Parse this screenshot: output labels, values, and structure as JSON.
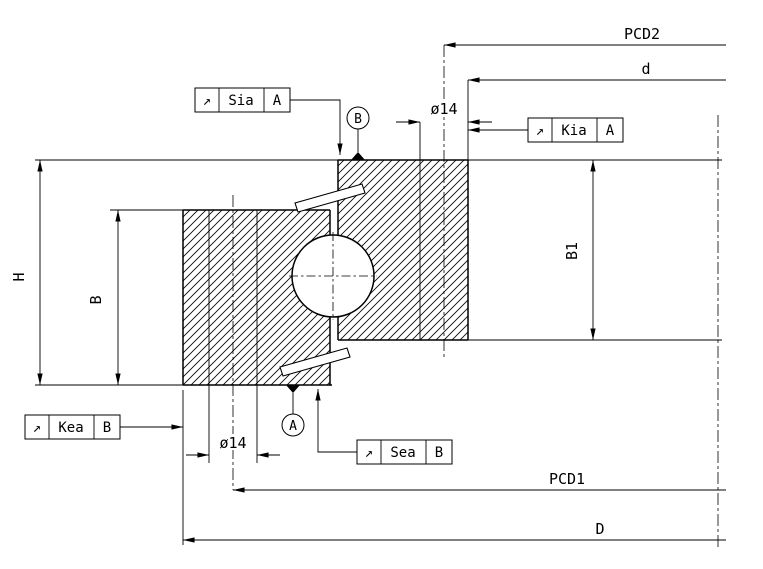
{
  "drawing": {
    "dimensions": {
      "pcd2": "PCD2",
      "d": "d",
      "hole_top": "ø14",
      "hole_bottom": "ø14",
      "height_overall": "H",
      "height_left_ring": "B",
      "height_right_ring": "B1",
      "pcd1": "PCD1",
      "outer_diameter": "D"
    },
    "datum_flags": {
      "top": "B",
      "bottom": "A"
    },
    "feature_frames": {
      "sia": {
        "symbol": "↗",
        "label": "Sia",
        "datum": "A"
      },
      "kia": {
        "symbol": "↗",
        "label": "Kia",
        "datum": "A"
      },
      "kea": {
        "symbol": "↗",
        "label": "Kea",
        "datum": "B"
      },
      "sea": {
        "symbol": "↗",
        "label": "Sea",
        "datum": "B"
      }
    },
    "colors": {
      "line": "#000000",
      "background": "#ffffff"
    }
  }
}
